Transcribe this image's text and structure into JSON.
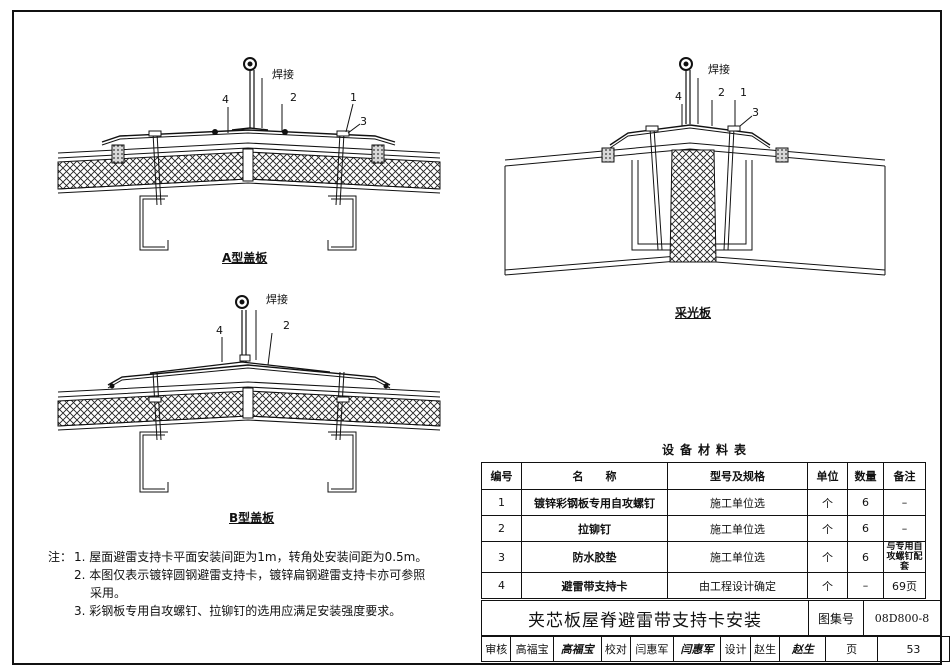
{
  "callouts": {
    "weld": "焊接",
    "n1": "1",
    "n2": "2",
    "n3": "3",
    "n4": "4"
  },
  "captions": {
    "type_a": "A型盖板",
    "type_b": "B型盖板",
    "skylight": "采光板"
  },
  "notes": {
    "prefix": "注：",
    "items": [
      "1. 屋面避雷支持卡平面安装间距为1m，转角处安装间距为0.5m。",
      "2. 本图仅表示镀锌圆钢避雷支持卡，镀锌扁钢避雷支持卡亦可参照",
      "采用。",
      "3. 彩钢板专用自攻螺钉、拉铆钉的选用应满足安装强度要求。"
    ]
  },
  "material_table": {
    "title": "设备材料表",
    "headers": [
      "编号",
      "名　　称",
      "型号及规格",
      "单位",
      "数量",
      "备注"
    ],
    "rows": [
      {
        "no": "1",
        "name": "镀锌彩钢板专用自攻螺钉",
        "spec": "施工单位选",
        "unit": "个",
        "qty": "6",
        "remark": "–"
      },
      {
        "no": "2",
        "name": "拉铆钉",
        "spec": "施工单位选",
        "unit": "个",
        "qty": "6",
        "remark": "–"
      },
      {
        "no": "3",
        "name": "防水胶垫",
        "spec": "施工单位选",
        "unit": "个",
        "qty": "6",
        "remark": "与专用自攻螺钉配套"
      },
      {
        "no": "4",
        "name": "避雷带支持卡",
        "spec": "由工程设计确定",
        "unit": "个",
        "qty": "–",
        "remark": "69页"
      }
    ]
  },
  "title_block": {
    "drawing_title": "夹芯板屋脊避雷带支持卡安装",
    "atlas_label": "图集号",
    "atlas_no": "08D800-8",
    "review_label": "审核",
    "reviewer": "高福宝",
    "reviewer_sig": "高福宝",
    "check_label": "校对",
    "checker": "闫惠军",
    "checker_sig": "闫惠军",
    "design_label": "设计",
    "designer": "赵生",
    "designer_sig": "赵生",
    "page_label": "页",
    "page_no": "53"
  }
}
